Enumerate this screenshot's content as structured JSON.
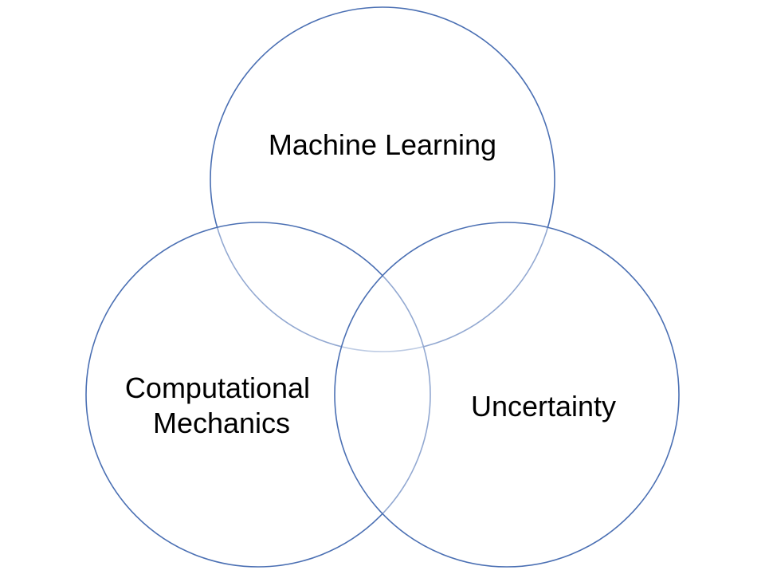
{
  "diagram": {
    "type": "venn",
    "colors": {
      "stroke": "#4a6fb3",
      "background": "#ffffff",
      "text": "#000000"
    },
    "sets": [
      {
        "label_lines": [
          "Machine Learning"
        ]
      },
      {
        "label_lines": [
          "Computational",
          "Mechanics"
        ]
      },
      {
        "label_lines": [
          "Uncertainty"
        ]
      }
    ]
  }
}
